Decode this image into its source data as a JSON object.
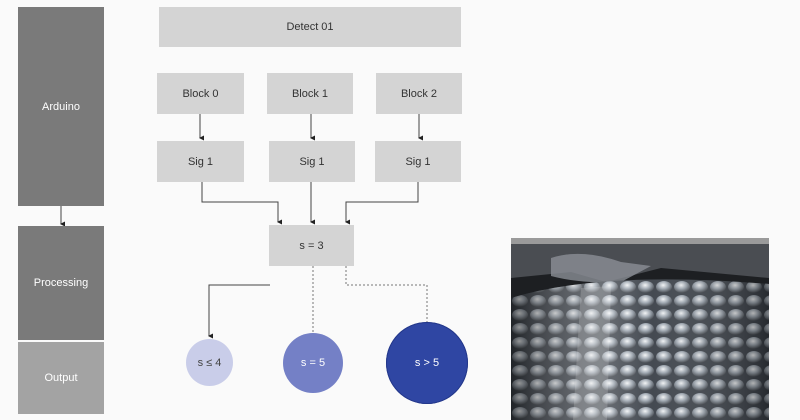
{
  "stages": {
    "arduino": "Arduino",
    "processing": "Processing",
    "output": "Output"
  },
  "detect": "Detect 01",
  "blocks": [
    "Block 0",
    "Block 1",
    "Block 2"
  ],
  "signals": [
    "Sig 1",
    "Sig 1",
    "Sig 1"
  ],
  "sum": "s = 3",
  "outcomes": [
    "s ≤ 4",
    "s = 5",
    "s > 5"
  ],
  "colors": {
    "stage_dark": "#7a7a7a",
    "stage_light": "#a3a3a3",
    "box": "#d4d4d4",
    "outcome_low": "#c9cde9",
    "outcome_mid": "#7480c6",
    "outcome_high": "#2f46a3"
  },
  "photo_icon": "knurled-metal-photo"
}
